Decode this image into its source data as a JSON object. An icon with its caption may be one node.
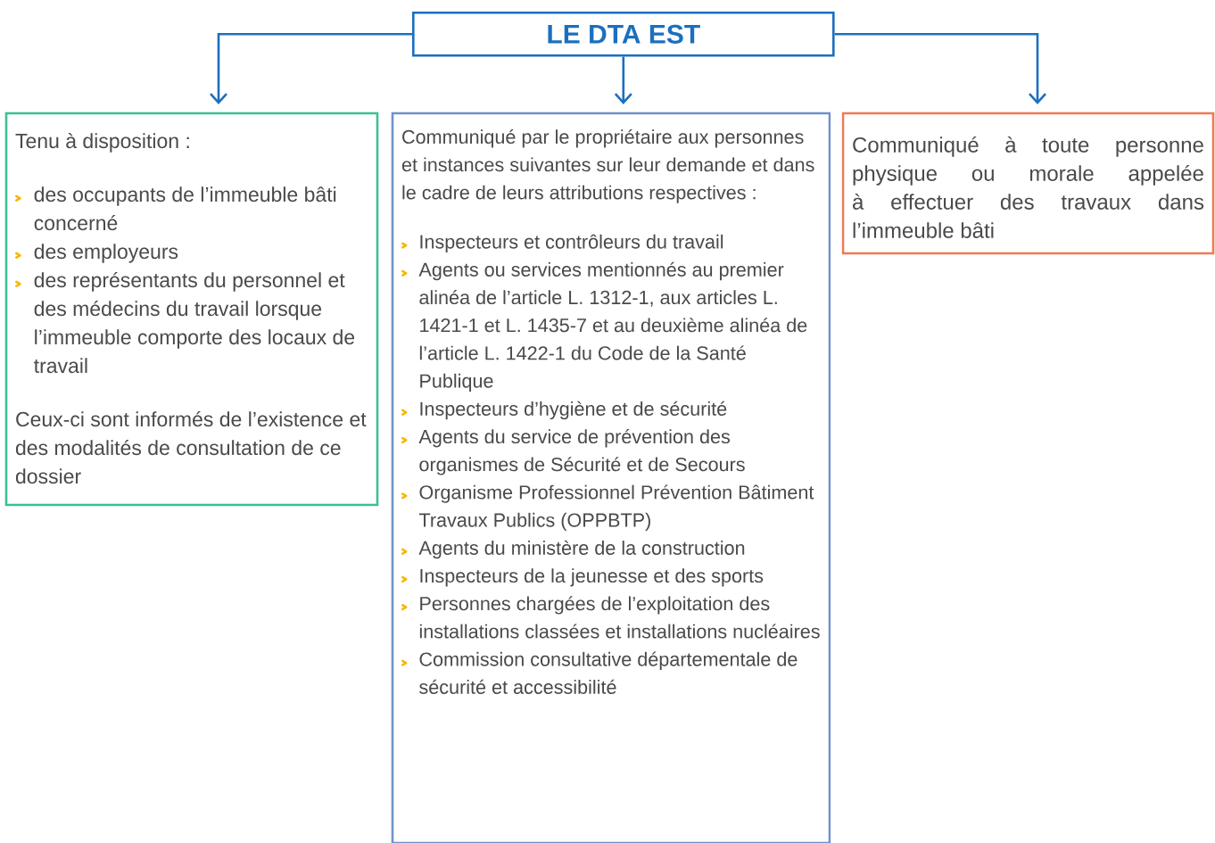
{
  "diagram": {
    "nodes": [
      {
        "text": [
          "LE DTA EST"
        ]
      },
      {
        "text": [
          "Tenu à disposition :",
          "des occupants de l’immeuble bâti concerné",
          "des employeurs",
          "des représentants du personnel et des médecins du travail lorsque l’immeuble comporte des locaux de travail",
          "Ceux-ci sont informés de l’existence et des modalités de consultation de ce dossier"
        ]
      },
      {
        "text": [
          "Communiqué par le propriétaire aux personnes et instances suivantes sur leur demande et dans le cadre de leurs attributions respectives :",
          "Inspecteurs et contrôleurs du travail",
          "Agents ou services mentionnés au premier alinéa de l’article L. 1312-1, aux articles L. 1421-1 et L. 1435-7 et au deuxième alinéa de l’article L. 1422-1 du Code de la Santé Publique",
          "Inspecteurs d’hygiène et de sécurité",
          "Agents du service de prévention des organismes de Sécurité et de Secours",
          "Organisme Professionnel Prévention Bâtiment Travaux Publics (OPPBTP)",
          "Agents du ministère de la construction",
          "Inspecteurs de la jeunesse et des sports",
          "Personnes chargées de l’exploitation des installations classées et installations nucléaires",
          "Commission consultative départementale de sécurité et accessibilité"
        ]
      },
      {
        "text": [
          "Communiqué à toute personne physique ou morale appelée à effectuer des travaux dans l’immeuble bâti"
        ]
      }
    ],
    "edges": [
      {
        "from": 0,
        "to": 1,
        "arrow": "to"
      },
      {
        "from": 0,
        "to": 2,
        "arrow": "to"
      },
      {
        "from": 0,
        "to": 3,
        "arrow": "to"
      }
    ]
  }
}
